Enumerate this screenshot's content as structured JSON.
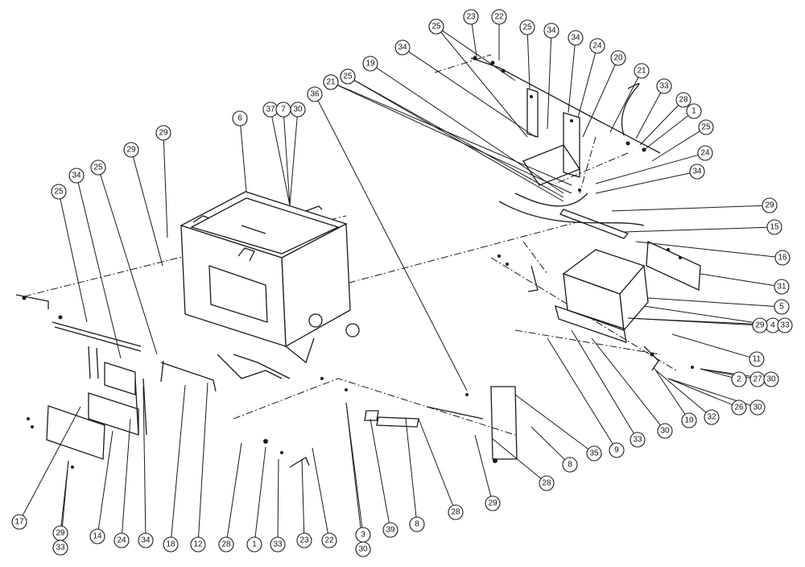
{
  "diagram": {
    "type": "exploded-parts-diagram",
    "callouts": [
      {
        "id": "c1",
        "text": "23"
      },
      {
        "id": "c2",
        "text": "22"
      },
      {
        "id": "c3",
        "text": "25"
      },
      {
        "id": "c4",
        "text": "34"
      },
      {
        "id": "c5",
        "text": "25"
      },
      {
        "id": "c6",
        "text": "34"
      },
      {
        "id": "c7",
        "text": "24"
      },
      {
        "id": "c8",
        "text": "20"
      },
      {
        "id": "c9",
        "text": "21"
      },
      {
        "id": "c10",
        "text": "19"
      },
      {
        "id": "c11",
        "text": "25"
      },
      {
        "id": "c12",
        "text": "21"
      },
      {
        "id": "c13",
        "text": "33"
      },
      {
        "id": "c14",
        "text": "28"
      },
      {
        "id": "c15",
        "text": "1"
      },
      {
        "id": "c16",
        "text": "25"
      },
      {
        "id": "c17",
        "text": "24"
      },
      {
        "id": "c18",
        "text": "34"
      },
      {
        "id": "c19",
        "text": "29"
      },
      {
        "id": "c20",
        "text": "15"
      },
      {
        "id": "c21",
        "text": "16"
      },
      {
        "id": "c22",
        "text": "31"
      },
      {
        "id": "c23",
        "text": "5"
      },
      {
        "id": "c24",
        "text": "4"
      },
      {
        "id": "c25",
        "text": "29"
      },
      {
        "id": "c25b",
        "text": "33"
      },
      {
        "id": "c26",
        "text": "11"
      },
      {
        "id": "c27",
        "text": "2"
      },
      {
        "id": "c27b",
        "text": "27"
      },
      {
        "id": "c27c",
        "text": "30"
      },
      {
        "id": "c28",
        "text": "26"
      },
      {
        "id": "c28b",
        "text": "30"
      },
      {
        "id": "c29",
        "text": "32"
      },
      {
        "id": "c30",
        "text": "10"
      },
      {
        "id": "c31",
        "text": "30"
      },
      {
        "id": "c32",
        "text": "33"
      },
      {
        "id": "c33",
        "text": "9"
      },
      {
        "id": "c34",
        "text": "35"
      },
      {
        "id": "c35",
        "text": "8"
      },
      {
        "id": "c36",
        "text": "28"
      },
      {
        "id": "c37",
        "text": "29"
      },
      {
        "id": "c38",
        "text": "28"
      },
      {
        "id": "c39",
        "text": "8"
      },
      {
        "id": "c40",
        "text": "39"
      },
      {
        "id": "c41",
        "text": "3"
      },
      {
        "id": "c41b",
        "text": "30"
      },
      {
        "id": "c42",
        "text": "22"
      },
      {
        "id": "c43",
        "text": "23"
      },
      {
        "id": "c44",
        "text": "33"
      },
      {
        "id": "c45",
        "text": "1"
      },
      {
        "id": "c46",
        "text": "28"
      },
      {
        "id": "c47",
        "text": "12"
      },
      {
        "id": "c48",
        "text": "18"
      },
      {
        "id": "c49",
        "text": "34"
      },
      {
        "id": "c50",
        "text": "24"
      },
      {
        "id": "c51",
        "text": "14"
      },
      {
        "id": "c52",
        "text": "29"
      },
      {
        "id": "c52b",
        "text": "33"
      },
      {
        "id": "c53",
        "text": "17"
      },
      {
        "id": "c54",
        "text": "25"
      },
      {
        "id": "c55",
        "text": "34"
      },
      {
        "id": "c56",
        "text": "25"
      },
      {
        "id": "c57",
        "text": "29"
      },
      {
        "id": "c58",
        "text": "29"
      },
      {
        "id": "c59",
        "text": "6"
      },
      {
        "id": "c60",
        "text": "37"
      },
      {
        "id": "c60b",
        "text": "7"
      },
      {
        "id": "c60c",
        "text": "30"
      },
      {
        "id": "c61",
        "text": "36"
      },
      {
        "id": "c62",
        "text": "21"
      },
      {
        "id": "c63",
        "text": "25"
      },
      {
        "id": "c64",
        "text": "34"
      },
      {
        "id": "c65",
        "text": "25"
      }
    ]
  }
}
